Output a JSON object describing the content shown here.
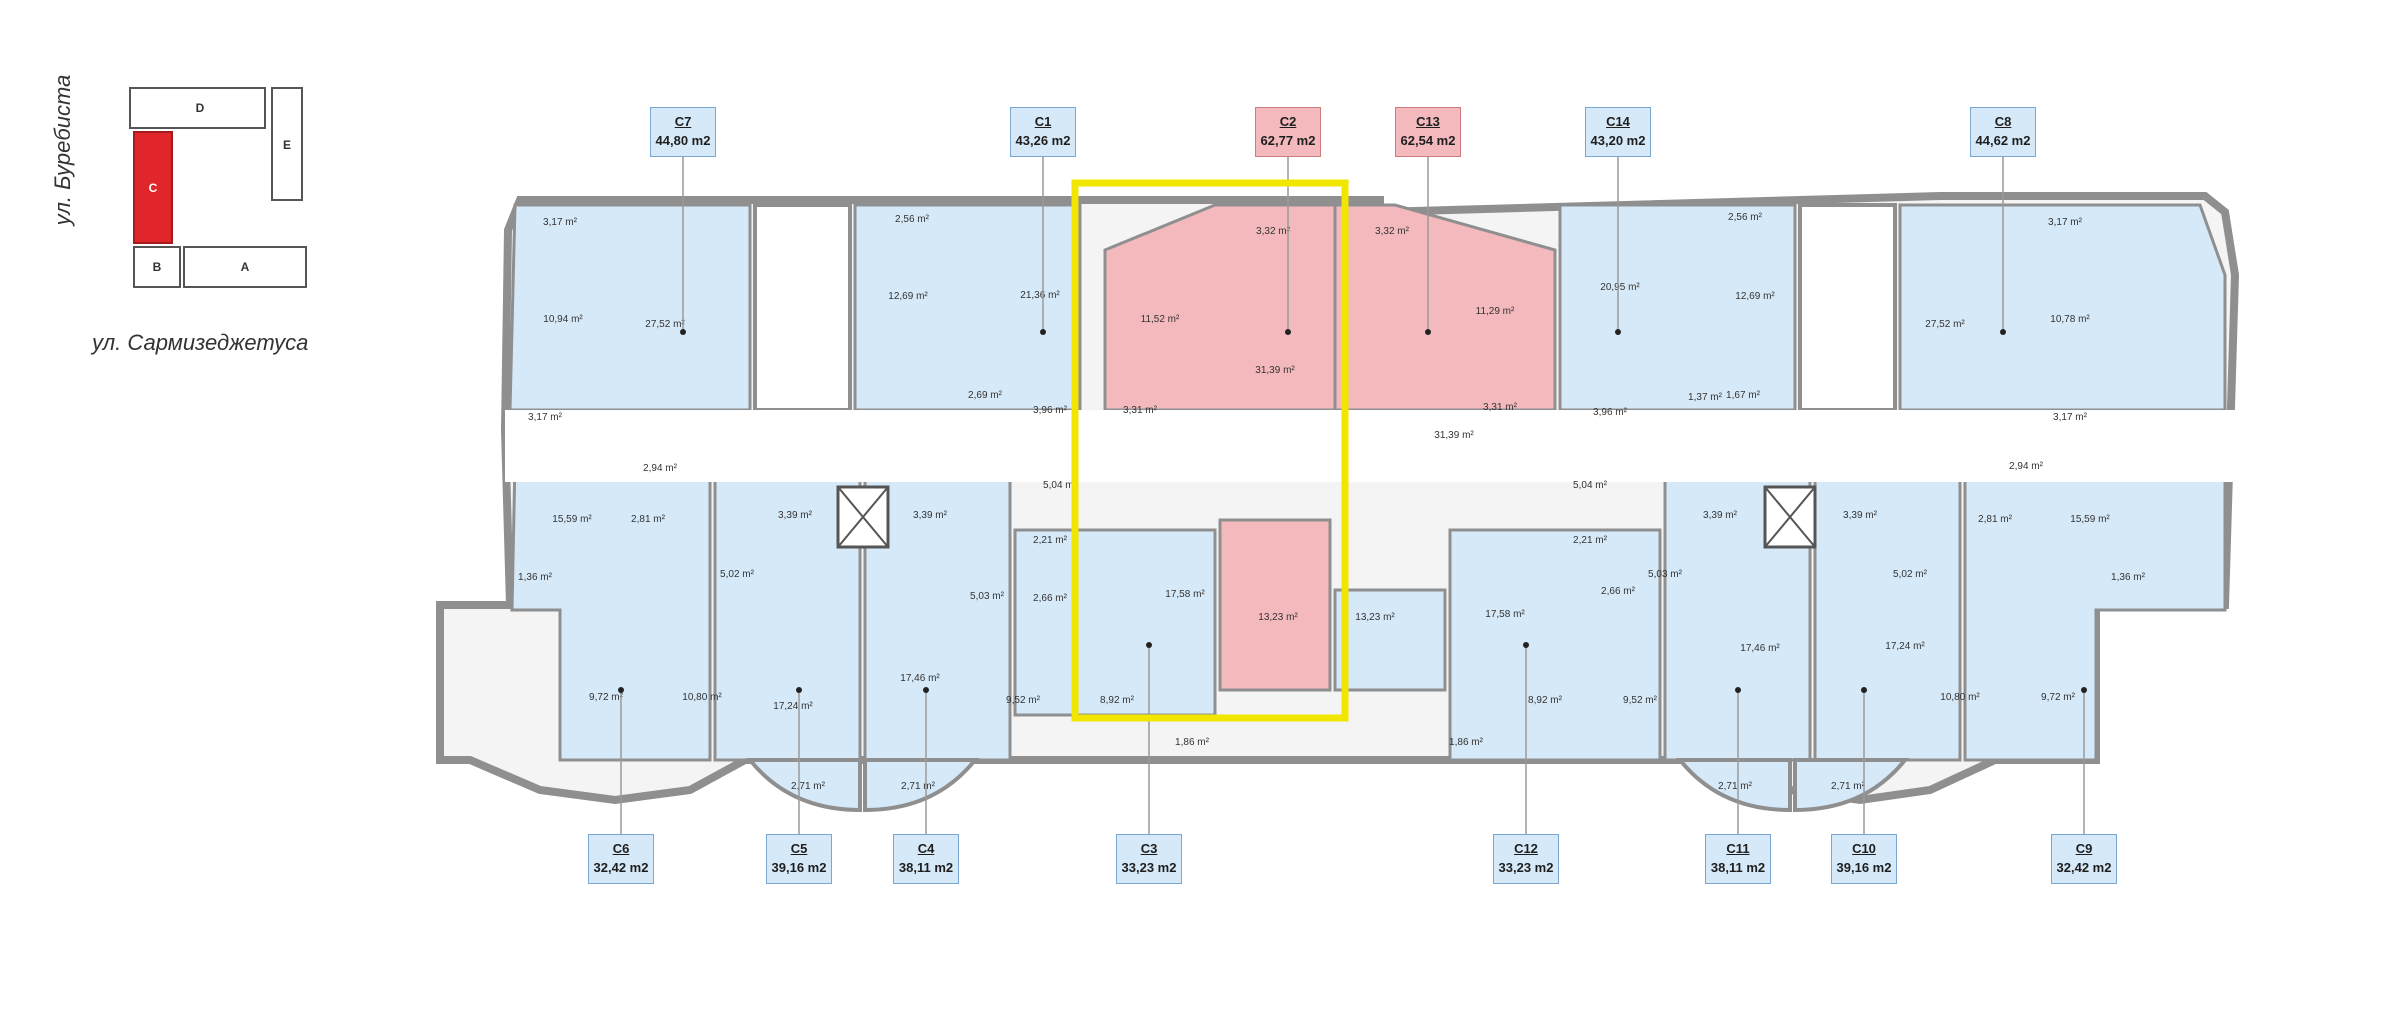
{
  "key_plan": {
    "street_vertical": "ул. Буребиста",
    "street_horizontal": "ул. Сармизеджетуса",
    "blocks": [
      {
        "id": "D",
        "label": "D",
        "selected": false
      },
      {
        "id": "E",
        "label": "E",
        "selected": false
      },
      {
        "id": "C",
        "label": "C",
        "selected": true
      },
      {
        "id": "B",
        "label": "B",
        "selected": false
      },
      {
        "id": "A",
        "label": "A",
        "selected": false
      }
    ],
    "selected_color": "#e0262b"
  },
  "apartments_top": [
    {
      "code": "C7",
      "area": "44,80 m2",
      "selected": false
    },
    {
      "code": "C1",
      "area": "43,26 m2",
      "selected": false
    },
    {
      "code": "C2",
      "area": "62,77 m2",
      "selected": true
    },
    {
      "code": "C13",
      "area": "62,54 m2",
      "selected": true
    },
    {
      "code": "C14",
      "area": "43,20 m2",
      "selected": false
    },
    {
      "code": "C8",
      "area": "44,62 m2",
      "selected": false
    }
  ],
  "apartments_bottom": [
    {
      "code": "C6",
      "area": "32,42 m2",
      "selected": false
    },
    {
      "code": "C5",
      "area": "39,16 m2",
      "selected": false
    },
    {
      "code": "C4",
      "area": "38,11 m2",
      "selected": false
    },
    {
      "code": "C3",
      "area": "33,23 m2",
      "selected": false
    },
    {
      "code": "C12",
      "area": "33,23 m2",
      "selected": false
    },
    {
      "code": "C11",
      "area": "38,11 m2",
      "selected": false
    },
    {
      "code": "C10",
      "area": "39,16 m2",
      "selected": false
    },
    {
      "code": "C9",
      "area": "32,42 m2",
      "selected": false
    }
  ],
  "rooms": [
    {
      "id": "c7-terrace",
      "label": "3,17 m²"
    },
    {
      "id": "c7-bedroom",
      "label": "10,94 m²"
    },
    {
      "id": "c7-living",
      "label": "27,52 m²"
    },
    {
      "id": "c7-bath",
      "label": "3,17 m²"
    },
    {
      "id": "c1-balcony",
      "label": "2,56 m²"
    },
    {
      "id": "c1-bedroom",
      "label": "12,69 m²"
    },
    {
      "id": "c1-living",
      "label": "21,36 m²"
    },
    {
      "id": "c1-hall",
      "label": "2,69 m²"
    },
    {
      "id": "c1-bath",
      "label": "3,96 m²"
    },
    {
      "id": "c2-loggia",
      "label": "3,32 m²"
    },
    {
      "id": "c2-bedroom",
      "label": "11,52 m²"
    },
    {
      "id": "c2-living",
      "label": "31,39 m²"
    },
    {
      "id": "c2-bath",
      "label": "3,31 m²"
    },
    {
      "id": "c13-loggia",
      "label": "3,32 m²"
    },
    {
      "id": "c13-bedroom",
      "label": "11,29 m²"
    },
    {
      "id": "c13-living",
      "label": "31,39 m²"
    },
    {
      "id": "c13-bath",
      "label": "3,31 m²"
    },
    {
      "id": "c14-balcony",
      "label": "2,56 m²"
    },
    {
      "id": "c14-living",
      "label": "20,95 m²"
    },
    {
      "id": "c14-bedroom",
      "label": "12,69 m²"
    },
    {
      "id": "c14-bath",
      "label": "3,96 m²"
    },
    {
      "id": "c14-hall",
      "label": "1,37 m²"
    },
    {
      "id": "c14-wc",
      "label": "1,67 m²"
    },
    {
      "id": "c8-terrace",
      "label": "3,17 m²"
    },
    {
      "id": "c8-living",
      "label": "27,52 m²"
    },
    {
      "id": "c8-bedroom",
      "label": "10,78 m²"
    },
    {
      "id": "c8-bath",
      "label": "3,17 m²"
    },
    {
      "id": "corridor-left",
      "label": "5,04 m²"
    },
    {
      "id": "corridor-right",
      "label": "5,04 m²"
    },
    {
      "id": "c6-hall",
      "label": "2,94 m²"
    },
    {
      "id": "c6-living",
      "label": "15,59 m²"
    },
    {
      "id": "c6-bath",
      "label": "2,81 m²"
    },
    {
      "id": "c6-wc",
      "label": "1,36 m²"
    },
    {
      "id": "c6-bedroom",
      "label": "9,72 m²"
    },
    {
      "id": "c5-bath",
      "label": "3,39 m²"
    },
    {
      "id": "c5-hall",
      "label": "5,02 m²"
    },
    {
      "id": "c5-bedroom",
      "label": "10,80 m²"
    },
    {
      "id": "c5-living",
      "label": "17,24 m²"
    },
    {
      "id": "c5-balcony",
      "label": "2,71 m²"
    },
    {
      "id": "c4-bath",
      "label": "3,39 m²"
    },
    {
      "id": "c4-hall",
      "label": "5,03 m²"
    },
    {
      "id": "c4-living",
      "label": "17,46 m²"
    },
    {
      "id": "c4-balcony",
      "label": "2,71 m²"
    },
    {
      "id": "c3-hall",
      "label": "2,21 m²"
    },
    {
      "id": "c3-bath",
      "label": "2,66 m²"
    },
    {
      "id": "c3-living",
      "label": "17,58 m²"
    },
    {
      "id": "c3-bedroom-a",
      "label": "9,52 m²"
    },
    {
      "id": "c3-bedroom-b",
      "label": "8,92 m²"
    },
    {
      "id": "c3-balcony",
      "label": "1,86 m²"
    },
    {
      "id": "c2-lower-room",
      "label": "13,23 m²"
    },
    {
      "id": "c13-lower-room",
      "label": "13,23 m²"
    },
    {
      "id": "c12-hall",
      "label": "2,21 m²"
    },
    {
      "id": "c12-bath",
      "label": "2,66 m²"
    },
    {
      "id": "c12-living",
      "label": "17,58 m²"
    },
    {
      "id": "c12-bedroom-a",
      "label": "8,92 m²"
    },
    {
      "id": "c12-bedroom-b",
      "label": "9,52 m²"
    },
    {
      "id": "c12-balcony",
      "label": "1,86 m²"
    },
    {
      "id": "c11-bath",
      "label": "3,39 m²"
    },
    {
      "id": "c11-hall",
      "label": "5,03 m²"
    },
    {
      "id": "c11-living",
      "label": "17,46 m²"
    },
    {
      "id": "c11-balcony",
      "label": "2,71 m²"
    },
    {
      "id": "c10-bath",
      "label": "3,39 m²"
    },
    {
      "id": "c10-hall",
      "label": "5,02 m²"
    },
    {
      "id": "c10-living",
      "label": "17,24 m²"
    },
    {
      "id": "c10-bedroom",
      "label": "10,80 m²"
    },
    {
      "id": "c10-balcony",
      "label": "2,71 m²"
    },
    {
      "id": "c9-hall",
      "label": "2,94 m²"
    },
    {
      "id": "c9-bath",
      "label": "2,81 m²"
    },
    {
      "id": "c9-living",
      "label": "15,59 m²"
    },
    {
      "id": "c9-wc",
      "label": "1,36 m²"
    },
    {
      "id": "c9-bedroom",
      "label": "9,72 m²"
    }
  ],
  "colors": {
    "apartment_fill": "#d6e9f8",
    "selected_fill": "#f3b9bd",
    "wall": "#8f8f8f",
    "highlight_frame": "#f2e600",
    "common_area": "#ffffff"
  }
}
